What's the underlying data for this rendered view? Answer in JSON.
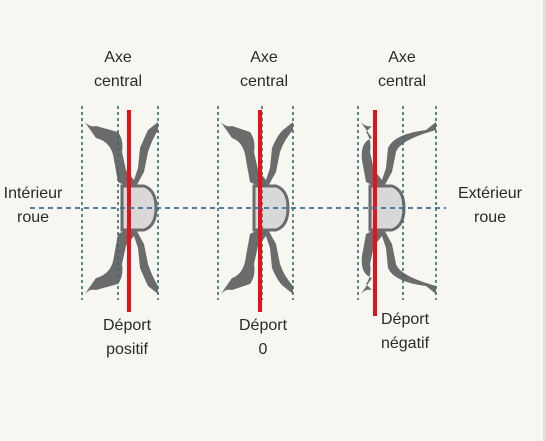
{
  "diagram": {
    "colors": {
      "background": "#f7f6f0",
      "rim": "#6b6b6b",
      "hub": "#d8d8d8",
      "center_axis": "#e3121b",
      "guide": "#2f6f6a",
      "horizontal_axis": "#3a6f9a"
    },
    "axis_label": {
      "line1": "Axe",
      "line2": "central"
    },
    "left_label": {
      "line1": "Intérieur",
      "line2": "roue"
    },
    "right_label": {
      "line1": "Extérieur",
      "line2": "roue"
    },
    "wheels": [
      {
        "id": "positif",
        "label_line1": "Déport",
        "label_line2": "positif",
        "offset": "positive"
      },
      {
        "id": "zero",
        "label_line1": "Déport",
        "label_line2": "0",
        "offset": "zero"
      },
      {
        "id": "negatif",
        "label_line1": "Déport",
        "label_line2": "négatif",
        "offset": "negative"
      }
    ]
  }
}
